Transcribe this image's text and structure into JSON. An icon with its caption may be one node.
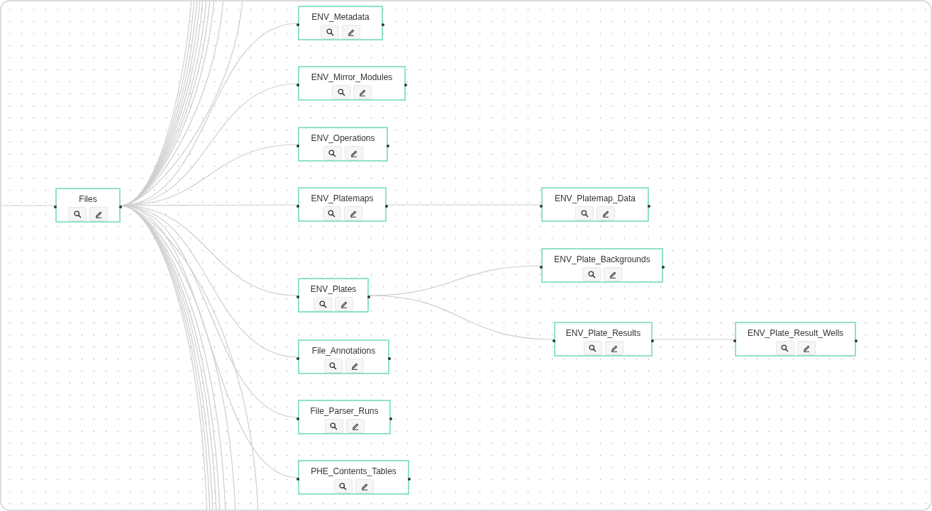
{
  "diagram": {
    "nodes": [
      {
        "text": [
          "ENV_Metadata"
        ]
      },
      {
        "text": [
          "ENV_Mirror_Modules"
        ]
      },
      {
        "text": [
          "ENV_Operations"
        ]
      },
      {
        "text": [
          "Files"
        ]
      },
      {
        "text": [
          "ENV_Platemaps"
        ]
      },
      {
        "text": [
          "ENV_Platemap_Data"
        ]
      },
      {
        "text": [
          "ENV_Plate_Backgrounds"
        ]
      },
      {
        "text": [
          "ENV_Plates"
        ]
      },
      {
        "text": [
          "ENV_Plate_Results"
        ]
      },
      {
        "text": [
          "ENV_Plate_Result_Wells"
        ]
      },
      {
        "text": [
          "File_Annotations"
        ]
      },
      {
        "text": [
          "File_Parser_Runs"
        ]
      },
      {
        "text": [
          "PHE_Contents_Tables"
        ]
      }
    ],
    "edges": [
      {
        "from": null,
        "to": 3,
        "arrow": "none"
      },
      {
        "from": 3,
        "to": 0,
        "arrow": "none"
      },
      {
        "from": 3,
        "to": 1,
        "arrow": "none"
      },
      {
        "from": 3,
        "to": 2,
        "arrow": "none"
      },
      {
        "from": 3,
        "to": 4,
        "arrow": "none"
      },
      {
        "from": 3,
        "to": 7,
        "arrow": "none"
      },
      {
        "from": 3,
        "to": 10,
        "arrow": "none"
      },
      {
        "from": 3,
        "to": 11,
        "arrow": "none"
      },
      {
        "from": 3,
        "to": 12,
        "arrow": "none"
      },
      {
        "from": 4,
        "to": 5,
        "arrow": "none"
      },
      {
        "from": 7,
        "to": 6,
        "arrow": "none"
      },
      {
        "from": 7,
        "to": 8,
        "arrow": "none"
      },
      {
        "from": 8,
        "to": 9,
        "arrow": "none"
      },
      {
        "from": 3,
        "to": null,
        "arrow": "none"
      },
      {
        "from": 3,
        "to": null,
        "arrow": "none"
      },
      {
        "from": 3,
        "to": null,
        "arrow": "none"
      },
      {
        "from": 3,
        "to": null,
        "arrow": "none"
      },
      {
        "from": 3,
        "to": null,
        "arrow": "none"
      },
      {
        "from": 3,
        "to": null,
        "arrow": "none"
      },
      {
        "from": 3,
        "to": null,
        "arrow": "none"
      },
      {
        "from": 3,
        "to": null,
        "arrow": "none"
      },
      {
        "from": 3,
        "to": null,
        "arrow": "none"
      },
      {
        "from": 3,
        "to": null,
        "arrow": "none"
      },
      {
        "from": 3,
        "to": null,
        "arrow": "none"
      },
      {
        "from": 3,
        "to": null,
        "arrow": "none"
      },
      {
        "from": 3,
        "to": null,
        "arrow": "none"
      },
      {
        "from": 3,
        "to": null,
        "arrow": "none"
      },
      {
        "from": 3,
        "to": null,
        "arrow": "none"
      },
      {
        "from": 3,
        "to": null,
        "arrow": "none"
      },
      {
        "from": 3,
        "to": null,
        "arrow": "none"
      },
      {
        "from": 3,
        "to": null,
        "arrow": "none"
      }
    ]
  }
}
